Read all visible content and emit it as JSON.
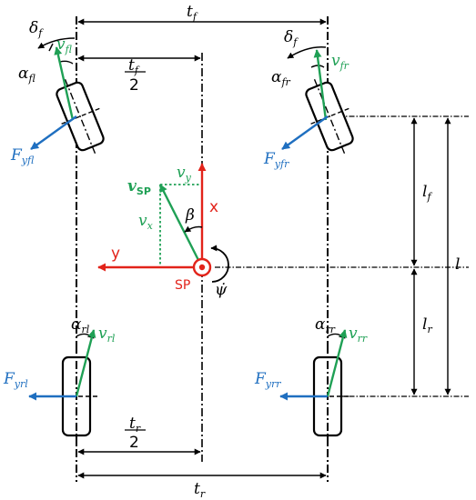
{
  "colors": {
    "black": "#000000",
    "red": "#e2231a",
    "green": "#1fa055",
    "blue": "#1f6fc0"
  },
  "labels": {
    "tf": {
      "main": "t",
      "sub": "f"
    },
    "tf_half": {
      "main": "t",
      "sub": "f",
      "den": "2"
    },
    "tr": {
      "main": "t",
      "sub": "r"
    },
    "tr_half": {
      "main": "t",
      "sub": "r",
      "den": "2"
    },
    "lf": {
      "main": "l",
      "sub": "f"
    },
    "lr": {
      "main": "l",
      "sub": "r"
    },
    "l": {
      "main": "l"
    },
    "delta_fl": {
      "main": "δ",
      "sub": "f"
    },
    "delta_fr": {
      "main": "δ",
      "sub": "f"
    },
    "alpha_fl": {
      "main": "α",
      "sub": "fl"
    },
    "alpha_fr": {
      "main": "α",
      "sub": "fr"
    },
    "alpha_rl": {
      "main": "α",
      "sub": "rl"
    },
    "alpha_rr": {
      "main": "α",
      "sub": "rr"
    },
    "v_fl": {
      "main": "v",
      "sub": "fl"
    },
    "v_fr": {
      "main": "v",
      "sub": "fr"
    },
    "v_rl": {
      "main": "v",
      "sub": "rl"
    },
    "v_rr": {
      "main": "v",
      "sub": "rr"
    },
    "F_yfl": {
      "main": "F",
      "sub": "yfl"
    },
    "F_yfr": {
      "main": "F",
      "sub": "yfr"
    },
    "F_yrl": {
      "main": "F",
      "sub": "yrl"
    },
    "F_yrr": {
      "main": "F",
      "sub": "yrr"
    },
    "v_SP": {
      "main": "v",
      "sub": "SP"
    },
    "v_x": {
      "main": "v",
      "sub": "x"
    },
    "v_y": {
      "main": "v",
      "sub": "y"
    },
    "beta": {
      "main": "β"
    },
    "psi_dot": {
      "main": "ψ̇"
    },
    "axis_x": "x",
    "axis_y": "y",
    "sp": "SP"
  }
}
